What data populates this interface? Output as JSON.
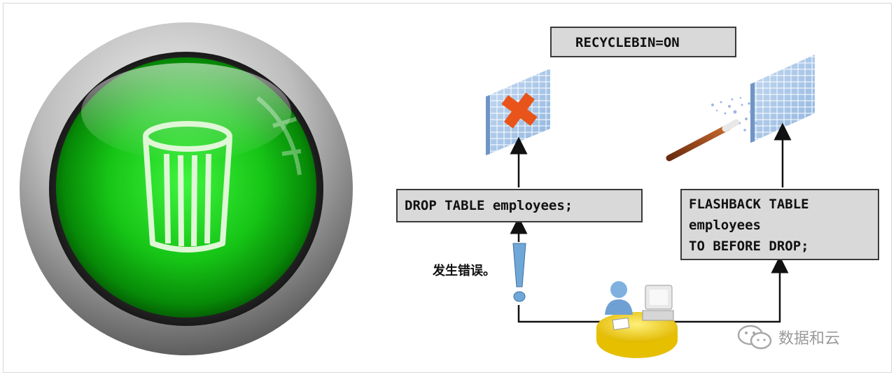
{
  "recyclebin_setting": "RECYCLEBIN=ON",
  "drop_statement": "DROP TABLE employees;",
  "flashback_statement": [
    "FLASHBACK TABLE",
    "employees",
    "TO BEFORE DROP;"
  ],
  "error_label": "发生错误。",
  "watermark": "数据和云",
  "colors": {
    "button_green": "#1fd21f",
    "box_fill": "#d9d9d9",
    "table_blue": "#9ec4ea",
    "x_mark": "#e8541a",
    "alert_blue": "#6fa8d8",
    "desk_yellow": "#f2d21a"
  },
  "icons": [
    "trash-can-icon",
    "dropped-table-icon",
    "restored-table-icon",
    "magic-wand-icon",
    "exclamation-icon",
    "user-at-desk-icon",
    "wechat-icon"
  ]
}
